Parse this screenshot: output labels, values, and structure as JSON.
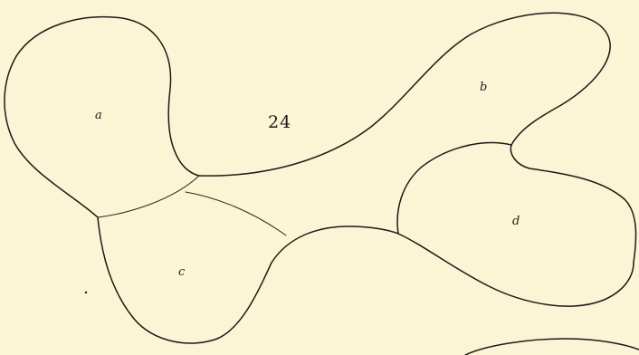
{
  "figure": {
    "number": "24",
    "labels": {
      "a": "a",
      "b": "b",
      "c": "c",
      "d": "d"
    }
  },
  "colors": {
    "paper": "#fbf5d6",
    "ink": "#1c1a14"
  }
}
